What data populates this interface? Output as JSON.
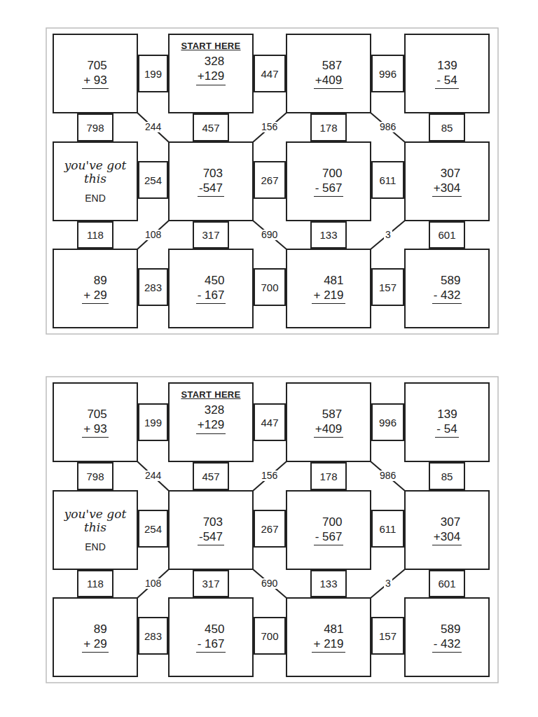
{
  "diagram": {
    "nodes": [
      {
        "text": [
          "705",
          "+ 93"
        ]
      },
      {
        "text": [
          "199"
        ]
      },
      {
        "text": [
          "START HERE",
          "328",
          "+129"
        ]
      },
      {
        "text": [
          "447"
        ]
      },
      {
        "text": [
          "587",
          "+409"
        ]
      },
      {
        "text": [
          "996"
        ]
      },
      {
        "text": [
          "139",
          "- 54"
        ]
      },
      {
        "text": [
          "798"
        ]
      },
      {
        "text": [
          "457"
        ]
      },
      {
        "text": [
          "178"
        ]
      },
      {
        "text": [
          "85"
        ]
      },
      {
        "text": [
          "you've got this",
          "END"
        ]
      },
      {
        "text": [
          "254"
        ]
      },
      {
        "text": [
          "703",
          "-547"
        ]
      },
      {
        "text": [
          "267"
        ]
      },
      {
        "text": [
          "700",
          "- 567"
        ]
      },
      {
        "text": [
          "611"
        ]
      },
      {
        "text": [
          "307",
          "+304"
        ]
      },
      {
        "text": [
          "118"
        ]
      },
      {
        "text": [
          "317"
        ]
      },
      {
        "text": [
          "133"
        ]
      },
      {
        "text": [
          "601"
        ]
      },
      {
        "text": [
          "89",
          "+ 29"
        ]
      },
      {
        "text": [
          "283"
        ]
      },
      {
        "text": [
          "450",
          "- 167"
        ]
      },
      {
        "text": [
          "700"
        ]
      },
      {
        "text": [
          "481",
          "+ 219"
        ]
      },
      {
        "text": [
          "157"
        ]
      },
      {
        "text": [
          "589",
          "- 432"
        ]
      },
      {
        "text": [
          "705",
          "+ 93"
        ]
      },
      {
        "text": [
          "199"
        ]
      },
      {
        "text": [
          "START HERE",
          "328",
          "+129"
        ]
      },
      {
        "text": [
          "447"
        ]
      },
      {
        "text": [
          "587",
          "+409"
        ]
      },
      {
        "text": [
          "996"
        ]
      },
      {
        "text": [
          "139",
          "- 54"
        ]
      },
      {
        "text": [
          "798"
        ]
      },
      {
        "text": [
          "457"
        ]
      },
      {
        "text": [
          "178"
        ]
      },
      {
        "text": [
          "85"
        ]
      },
      {
        "text": [
          "you've got this",
          "END"
        ]
      },
      {
        "text": [
          "254"
        ]
      },
      {
        "text": [
          "703",
          "-547"
        ]
      },
      {
        "text": [
          "267"
        ]
      },
      {
        "text": [
          "700",
          "- 567"
        ]
      },
      {
        "text": [
          "611"
        ]
      },
      {
        "text": [
          "307",
          "+304"
        ]
      },
      {
        "text": [
          "118"
        ]
      },
      {
        "text": [
          "317"
        ]
      },
      {
        "text": [
          "133"
        ]
      },
      {
        "text": [
          "601"
        ]
      },
      {
        "text": [
          "89",
          "+ 29"
        ]
      },
      {
        "text": [
          "283"
        ]
      },
      {
        "text": [
          "450",
          "- 167"
        ]
      },
      {
        "text": [
          "700"
        ]
      },
      {
        "text": [
          "481",
          "+ 219"
        ]
      },
      {
        "text": [
          "157"
        ]
      },
      {
        "text": [
          "589",
          "- 432"
        ]
      }
    ],
    "edges": [
      {
        "from": 0,
        "to": 13,
        "arrow": "none",
        "label": "244"
      },
      {
        "from": 4,
        "to": 13,
        "arrow": "none",
        "label": "156"
      },
      {
        "from": 4,
        "to": 17,
        "arrow": "none",
        "label": "986"
      },
      {
        "from": 13,
        "to": 22,
        "arrow": "none",
        "label": "108"
      },
      {
        "from": 13,
        "to": 26,
        "arrow": "none",
        "label": "690"
      },
      {
        "from": 17,
        "to": 26,
        "arrow": "none",
        "label": "3"
      },
      {
        "from": 29,
        "to": 42,
        "arrow": "none",
        "label": "244"
      },
      {
        "from": 33,
        "to": 42,
        "arrow": "none",
        "label": "156"
      },
      {
        "from": 33,
        "to": 46,
        "arrow": "none",
        "label": "986"
      },
      {
        "from": 42,
        "to": 51,
        "arrow": "none",
        "label": "108"
      },
      {
        "from": 42,
        "to": 55,
        "arrow": "none",
        "label": "690"
      },
      {
        "from": 46,
        "to": 55,
        "arrow": "none",
        "label": "3"
      }
    ]
  }
}
